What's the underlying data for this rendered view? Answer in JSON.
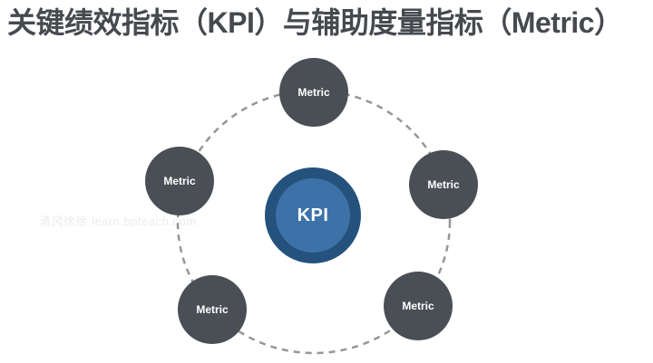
{
  "title": "关键绩效指标（KPI）与辅助度量指标（Metric）",
  "watermark": "清风徐徐 learn.bpteach.com",
  "diagram": {
    "center_node": {
      "label": "KPI"
    },
    "satellites": [
      {
        "label": "Metric",
        "position": "top"
      },
      {
        "label": "Metric",
        "position": "left"
      },
      {
        "label": "Metric",
        "position": "right"
      },
      {
        "label": "Metric",
        "position": "bottom-left"
      },
      {
        "label": "Metric",
        "position": "bottom-right"
      }
    ],
    "colors": {
      "satellite_fill": "#4a4e55",
      "center_outer_ring": "#24527c",
      "center_inner_fill": "#3c72a8",
      "dashed_ring": "#969696",
      "title_text": "#464a4f",
      "node_label_text": "#ffffff"
    }
  }
}
